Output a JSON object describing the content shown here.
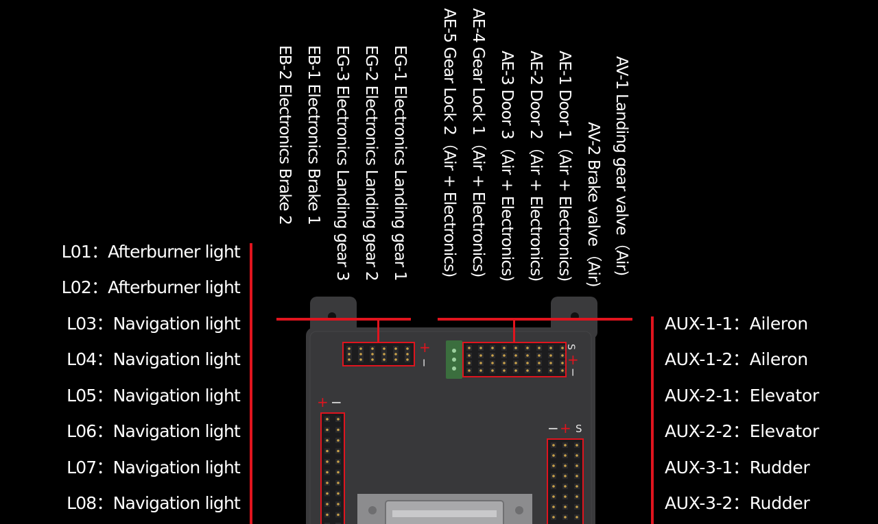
{
  "left_labels": [
    "L01：Afterburner light",
    "L02：Afterburner light",
    "L03：Navigation light",
    "L04：Navigation light",
    "L05：Navigation light",
    "L06：Navigation light",
    "L07：Navigation light",
    "L08：Navigation light"
  ],
  "right_labels": [
    "AUX-1-1：Aileron",
    "AUX-1-2：Aileron",
    "AUX-2-1：Elevator",
    "AUX-2-2：Elevator",
    "AUX-3-1：Rudder",
    "AUX-3-2：Rudder"
  ],
  "top_labels_left": [
    "EG-1 Electronics Landing gear 1",
    "EG-2 Electronics Landing gear 2",
    "EG-3 Electronics Landing gear 3",
    "EB-1 Electronics Brake 1",
    "EB-2 Electronics Brake 2"
  ],
  "top_labels_right": [
    "AV-1 Landing gear valve（Air)",
    "AV-2 Brake valve（Air)",
    "AE-1 Door 1（Air + Electronics)",
    "AE-2 Door 2（Air + Electronics)",
    "AE-3 Door 3（Air + Electronics)",
    "AE-4 Gear Lock 1（Air + Electronics)",
    "AE-5 Gear Lock 2（Air + Electronics)"
  ],
  "pin_markings": {
    "top_left": [
      "+",
      "−"
    ],
    "top_right": [
      "S",
      "+",
      "−"
    ],
    "left_rail": [
      "+",
      "−"
    ],
    "right_rail": [
      "−",
      "+",
      "S"
    ]
  },
  "colors": {
    "background": "#000000",
    "accent_line": "#e0141e",
    "board": "#3a3a3c",
    "text": "#ffffff"
  }
}
